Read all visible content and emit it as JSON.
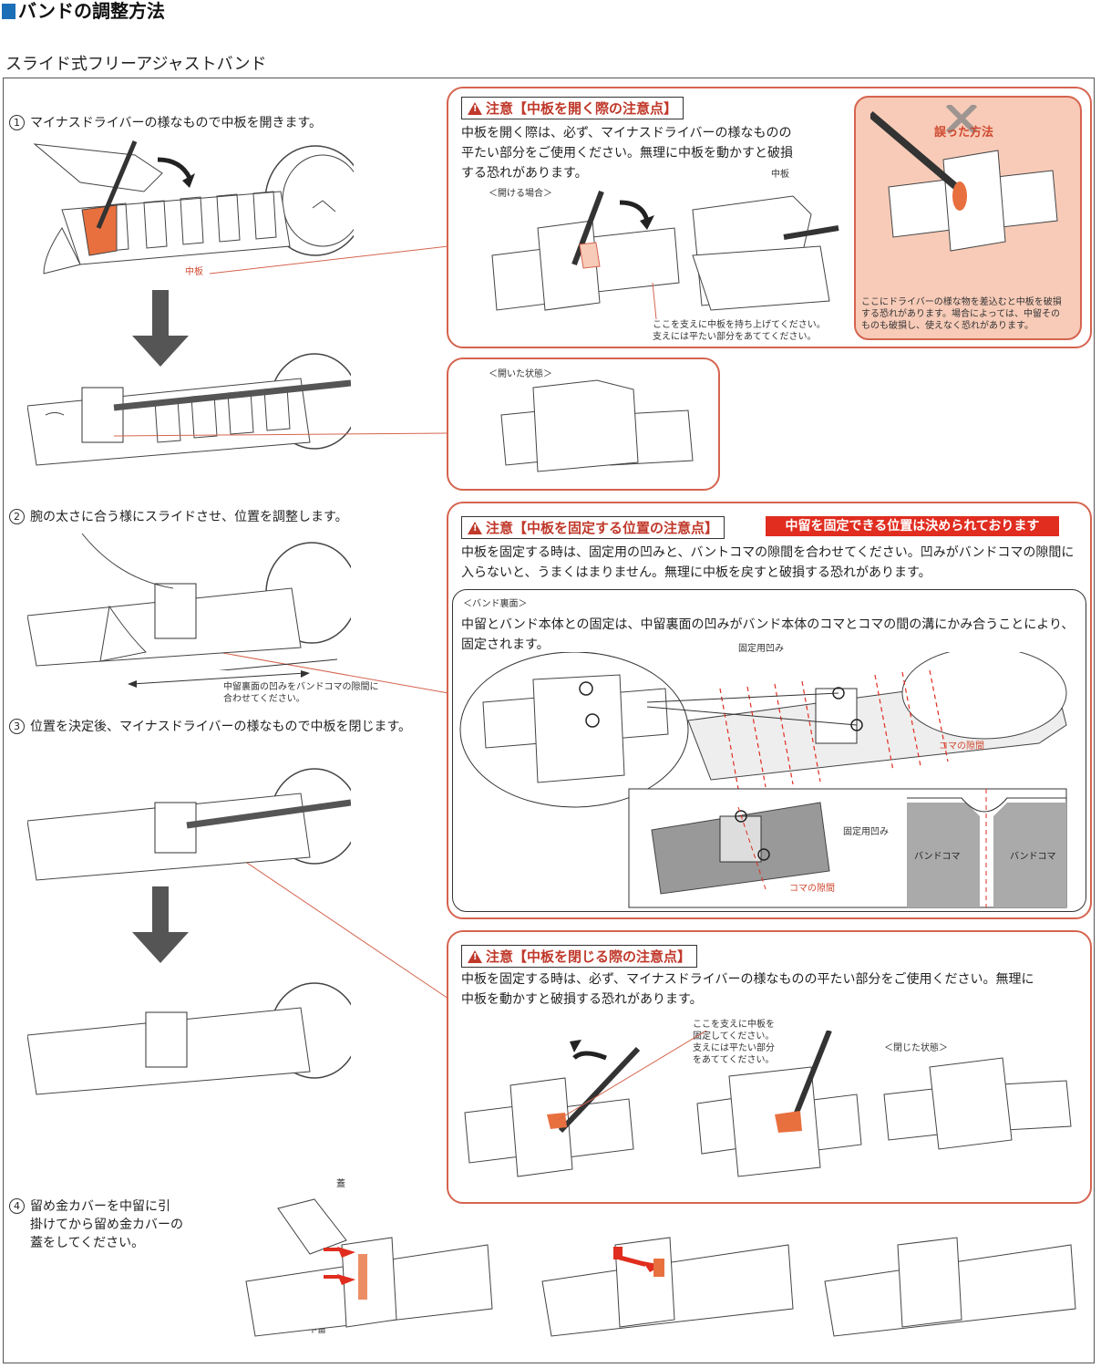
{
  "header": {
    "title": "バンドの調整方法",
    "subtitle": "スライド式フリーアジャストバンド"
  },
  "steps": {
    "s1": {
      "num": "1",
      "text": "マイナスドライバーの様なもので中板を開きます。"
    },
    "s2": {
      "num": "2",
      "text": "腕の太さに合う様にスライドさせ、位置を調整します。"
    },
    "s3": {
      "num": "3",
      "text": "位置を決定後、マイナスドライバーの様なもので中板を閉じます。"
    },
    "s4": {
      "num": "4",
      "line1": "留め金カバーを中留に引",
      "line2": "掛けてから留め金カバーの",
      "line3": "蓋をしてください。"
    }
  },
  "labels": {
    "nakaita": "中板",
    "slide_note_1": "中留裏面の凹みをバンドコマの隙間に",
    "slide_note_2": "合わせてください。",
    "futa": "蓋",
    "nakadome": "中留"
  },
  "caution_open": {
    "title": "注意【中板を開く際の注意点】",
    "line1": "中板を開く際は、必ず、マイナスドライバーの様なものの",
    "line2": "平たい部分をご使用ください。無理に中板を動かすと破損",
    "line3": "する恐れがあります。",
    "open_case": "＜開ける場合＞",
    "nakaita": "中板",
    "support_1": "ここを支えに中板を持ち上げてください。",
    "support_2": "支えには平たい部分をあててください。",
    "wrong_title": "誤った方法",
    "wrong_1": "ここにドライバーの様な物を差込むと中板を破損",
    "wrong_2": "する恐れがあります。場合によっては、中留その",
    "wrong_3": "ものも破損し、使えなく恐れがあります。"
  },
  "opened_state": {
    "label": "＜開いた状態＞"
  },
  "caution_fix": {
    "title": "注意【中板を固定する位置の注意点】",
    "banner": "中留を固定できる位置は決められております",
    "line1": "中板を固定する時は、固定用の凹みと、バントコマの隙間を合わせてください。凹みがバンドコマの隙間に",
    "line2": "入らないと、うまくはまりません。無理に中板を戻すと破損する恐れがあります。",
    "back_label": "＜バンド裏面＞",
    "back_1": "中留とバンド本体との固定は、中留裏面の凹みがバンド本体のコマとコマの間の溝にかみ合うことにより、",
    "back_2": "固定されます。",
    "dent_label": "固定用凹み",
    "gap_label": "コマの隙間",
    "band_koma": "バンドコマ"
  },
  "caution_close": {
    "title": "注意【中板を閉じる際の注意点】",
    "line1": "中板を固定する時は、必ず、マイナスドライバーの様なものの平たい部分をご使用ください。無理に",
    "line2": "中板を動かすと破損する恐れがあります。",
    "support_1": "ここを支えに中板を",
    "support_2": "固定してください。",
    "support_3": "支えには平たい部分",
    "support_4": "をあててください。",
    "closed_state": "＜閉じた状態＞"
  },
  "colors": {
    "accent": "#d5644f",
    "blue": "#1a6fb7",
    "red_bar": "#e02d1f",
    "pink": "#f7cbb8"
  }
}
